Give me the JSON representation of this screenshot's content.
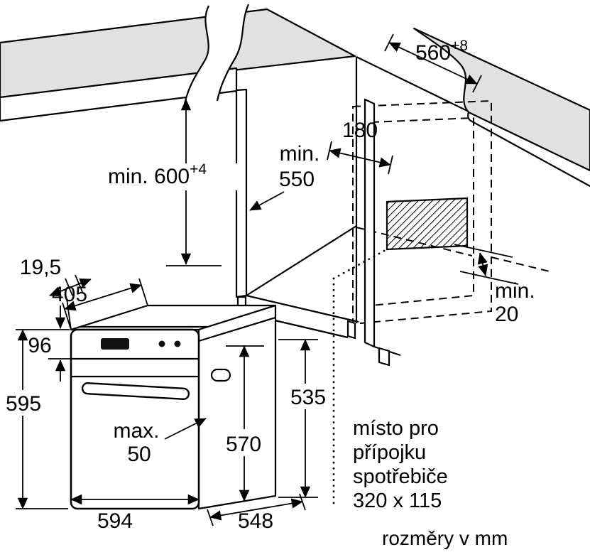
{
  "diagram": {
    "units_note": "rozměry v mm",
    "connection_note": {
      "lines": [
        "místo pro",
        "přípojku",
        "spotřebiče",
        "320 x 115"
      ]
    },
    "dims": {
      "niche_width": {
        "value": "560",
        "tol": "+8"
      },
      "niche_height": {
        "value": "min. 600",
        "tol": "+4"
      },
      "niche_depth": {
        "line1": "min.",
        "line2": "550"
      },
      "top_recess": "180",
      "rear_gap": {
        "line1": "min.",
        "line2": "20"
      },
      "front_frame": "19,5",
      "top_depth": "405",
      "panel_height": "96",
      "oven_height": "595",
      "door_protrusion": {
        "line1": "max.",
        "line2": "50"
      },
      "inner_height": "570",
      "body_height": "535",
      "oven_width": "594",
      "body_depth": "548"
    }
  }
}
